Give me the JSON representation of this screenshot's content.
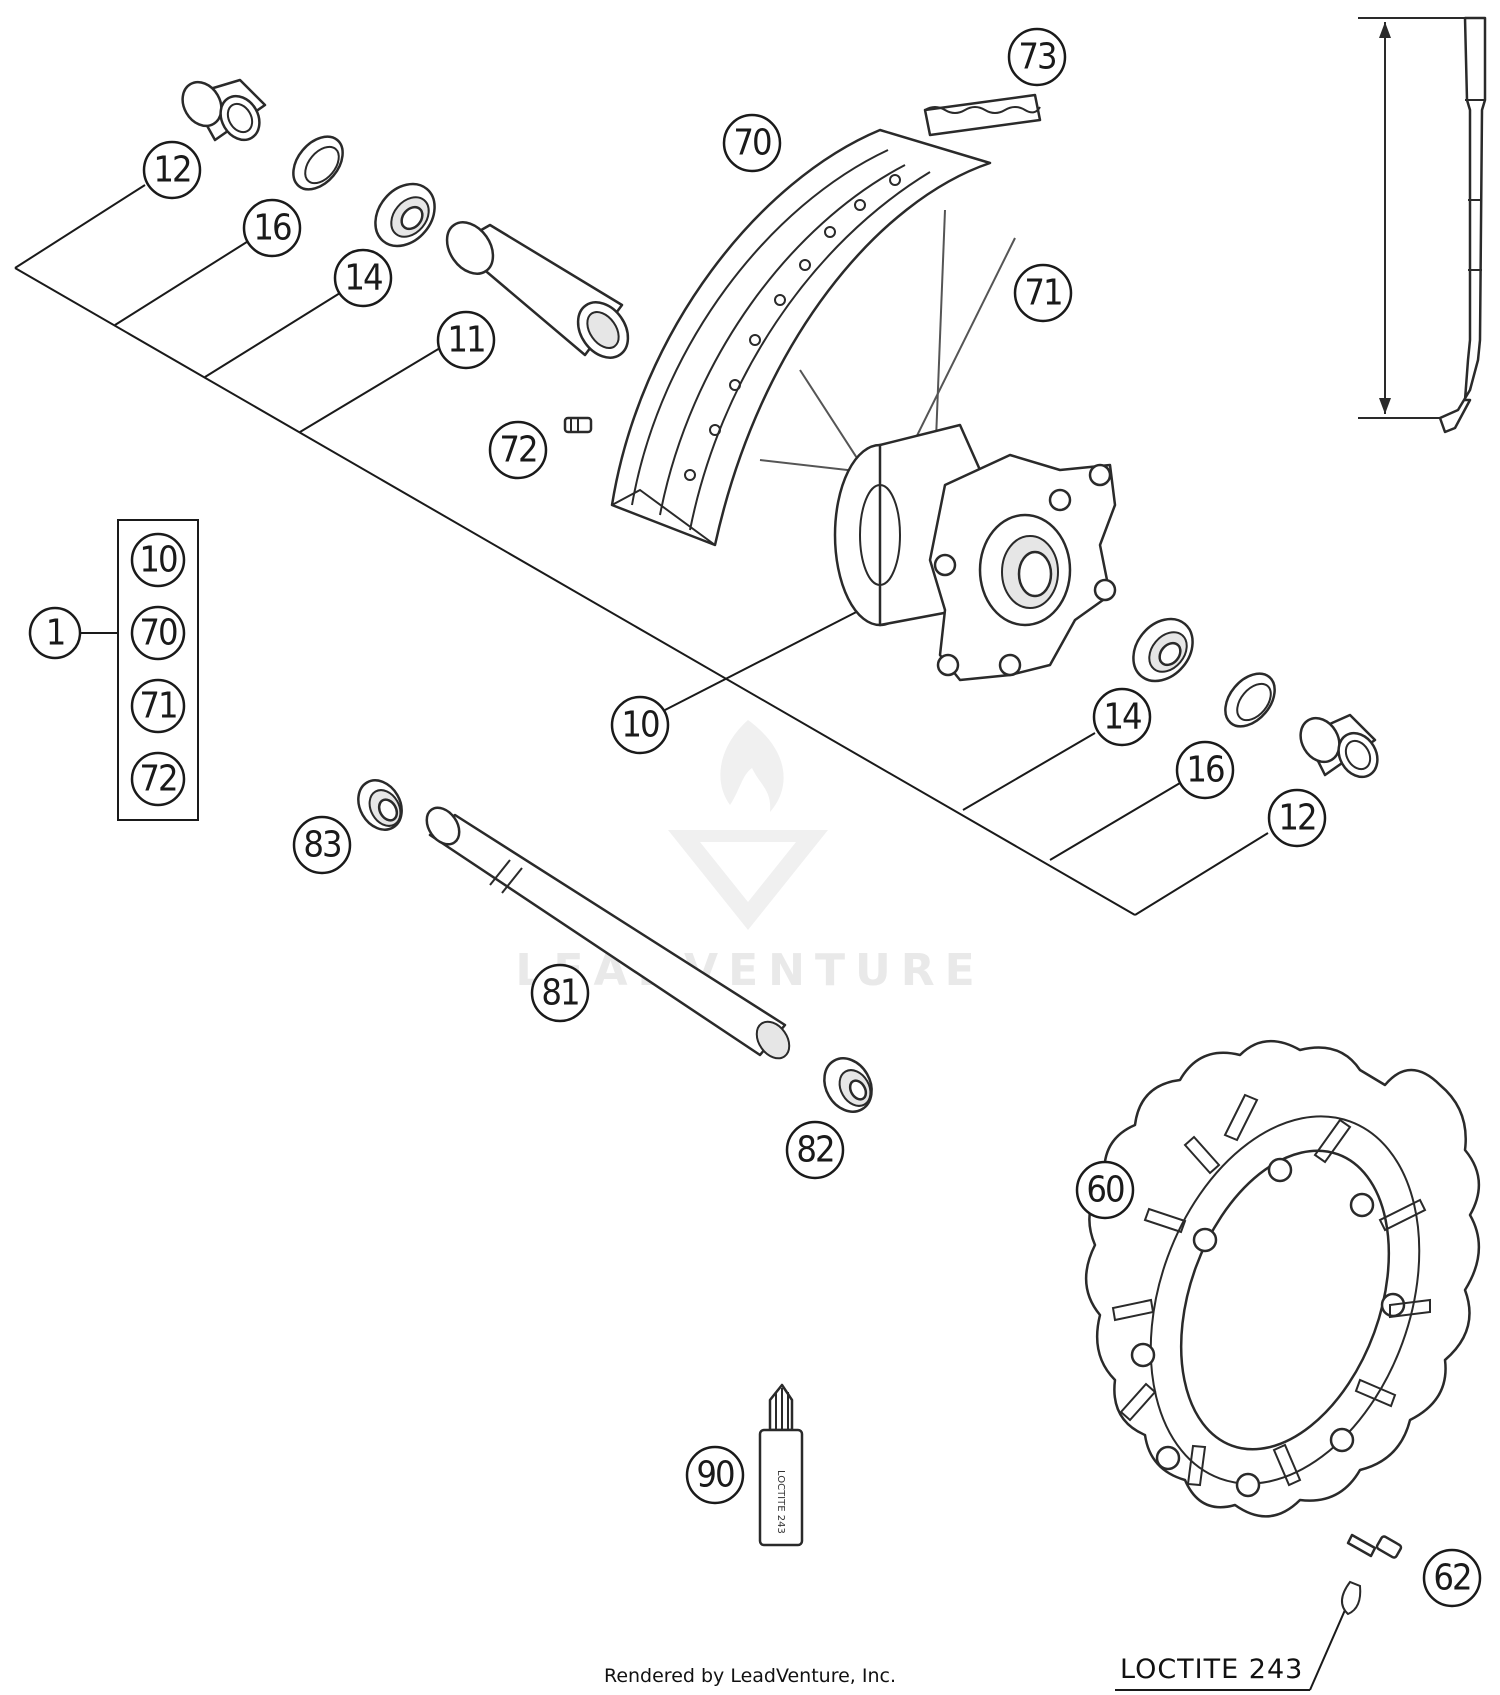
{
  "callouts": [
    {
      "id": "c-12-top",
      "text": "12"
    },
    {
      "id": "c-16-top",
      "text": "16"
    },
    {
      "id": "c-14-top",
      "text": "14"
    },
    {
      "id": "c-11",
      "text": "11"
    },
    {
      "id": "c-70",
      "text": "70"
    },
    {
      "id": "c-73",
      "text": "73"
    },
    {
      "id": "c-71",
      "text": "71"
    },
    {
      "id": "c-72",
      "text": "72"
    },
    {
      "id": "c-10",
      "text": "10"
    },
    {
      "id": "c-14-bottom",
      "text": "14"
    },
    {
      "id": "c-16-bottom",
      "text": "16"
    },
    {
      "id": "c-12-bottom",
      "text": "12"
    },
    {
      "id": "c-83",
      "text": "83"
    },
    {
      "id": "c-81",
      "text": "81"
    },
    {
      "id": "c-82",
      "text": "82"
    },
    {
      "id": "c-60",
      "text": "60"
    },
    {
      "id": "c-62",
      "text": "62"
    },
    {
      "id": "c-90",
      "text": "90"
    },
    {
      "id": "c-1",
      "text": "1"
    }
  ],
  "assembly_box": [
    "10",
    "70",
    "71",
    "72"
  ],
  "loctite_label": "LOCTITE 243",
  "bottle_label": "LOCTITE 243",
  "watermark": "LEADVENTURE",
  "credit": "Rendered by LeadVenture, Inc."
}
